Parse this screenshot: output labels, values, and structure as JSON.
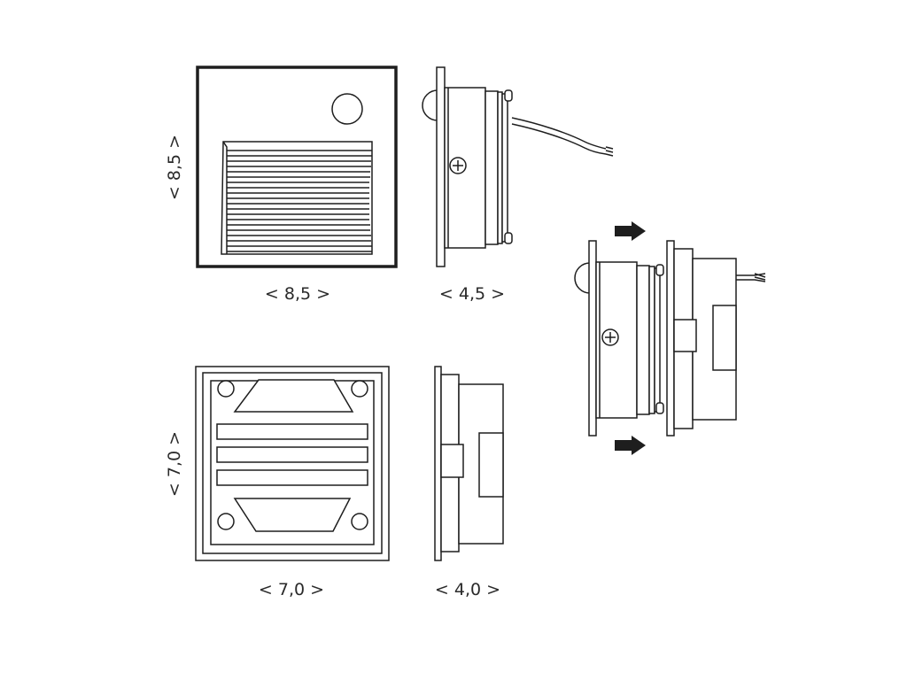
{
  "dimensions": {
    "front_large_width": "< 8,5 >",
    "front_large_height": "< 8,5 >",
    "side_large_depth": "< 4,5 >",
    "front_small_width": "< 7,0 >",
    "front_small_height": "< 7,0 >",
    "side_small_depth": "< 4,0 >"
  },
  "colors": {
    "line": "#1e1e1e",
    "arrow": "#1e1e1e",
    "background": "#ffffff"
  },
  "icons": {
    "arrow": "arrow-right-icon",
    "screw": "screw-icon"
  }
}
